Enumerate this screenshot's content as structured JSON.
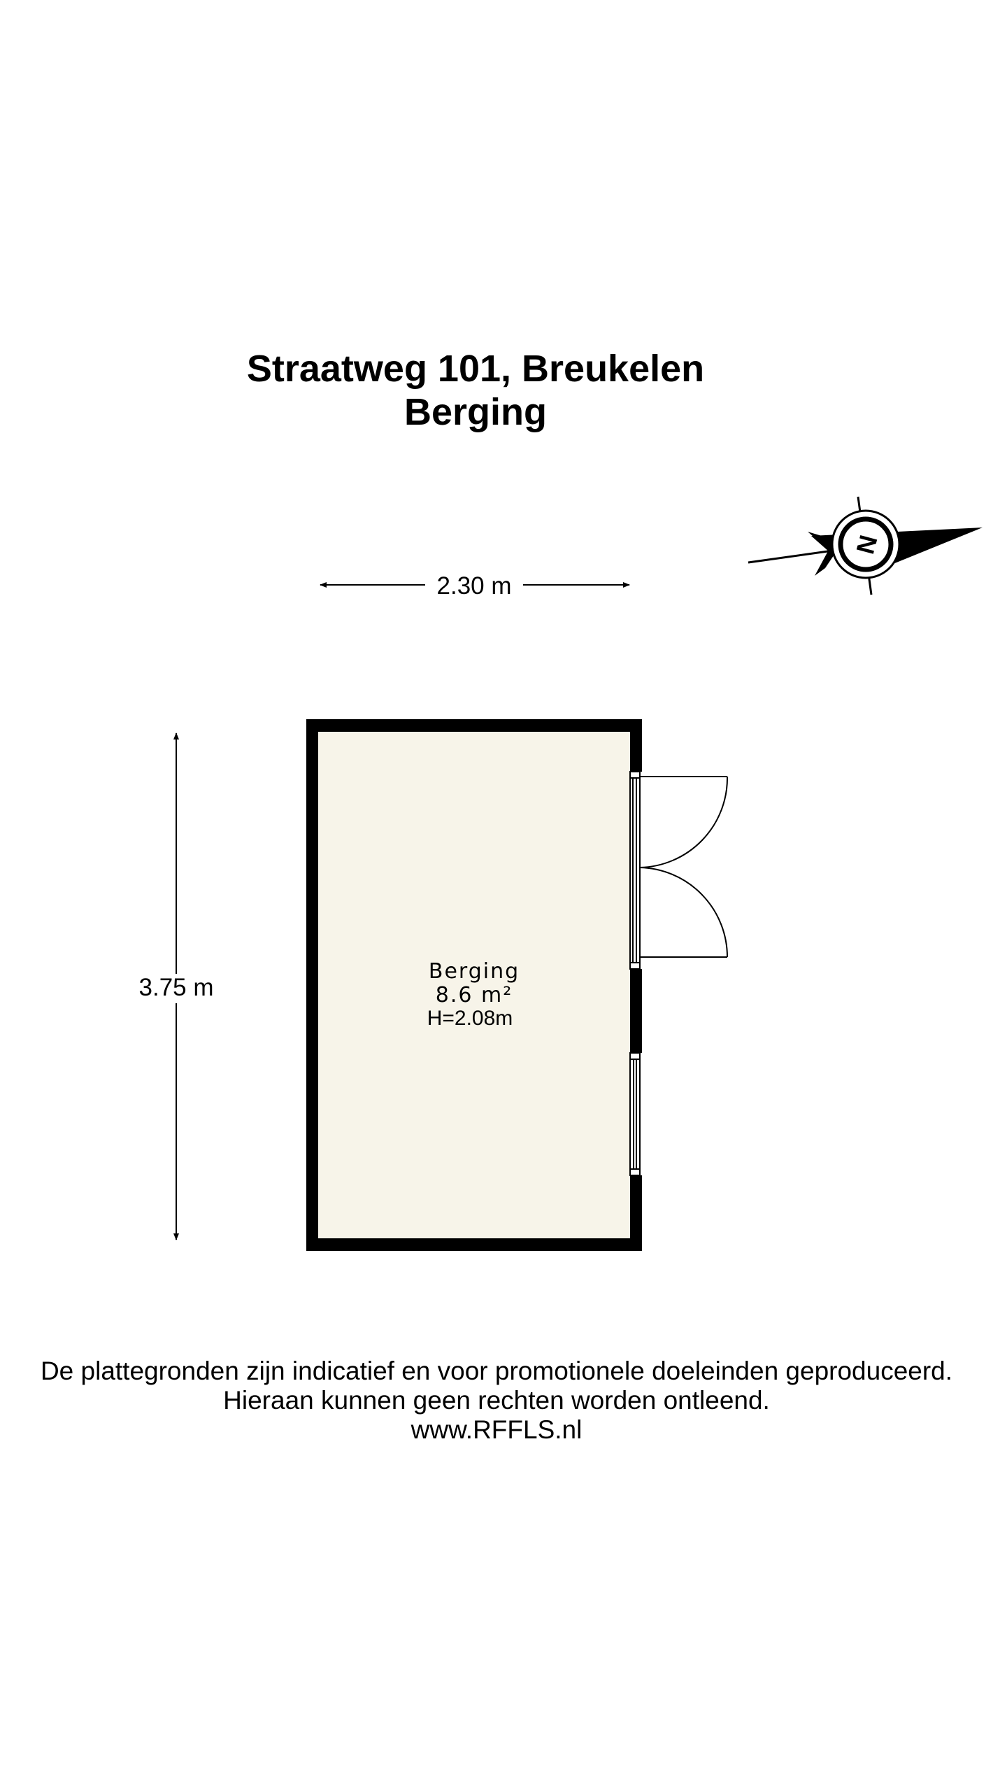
{
  "header": {
    "address": "Straatweg 101, Breukelen",
    "subtitle": "Berging"
  },
  "compass": {
    "label": "N",
    "icon": "north-arrow-icon"
  },
  "dimensions": {
    "width": "2.30 m",
    "height": "3.75 m"
  },
  "room": {
    "name": "Berging",
    "area": "8.6 m²",
    "ceiling_height": "H=2.08m",
    "fill_color": "#f7f4e9",
    "wall_color": "#000000"
  },
  "disclaimer": {
    "line1": "De plattegronden zijn indicatief en voor promotionele doeleinden geproduceerd.",
    "line2": "Hieraan kunnen geen rechten worden ontleend.",
    "line3": "www.RFFLS.nl"
  }
}
